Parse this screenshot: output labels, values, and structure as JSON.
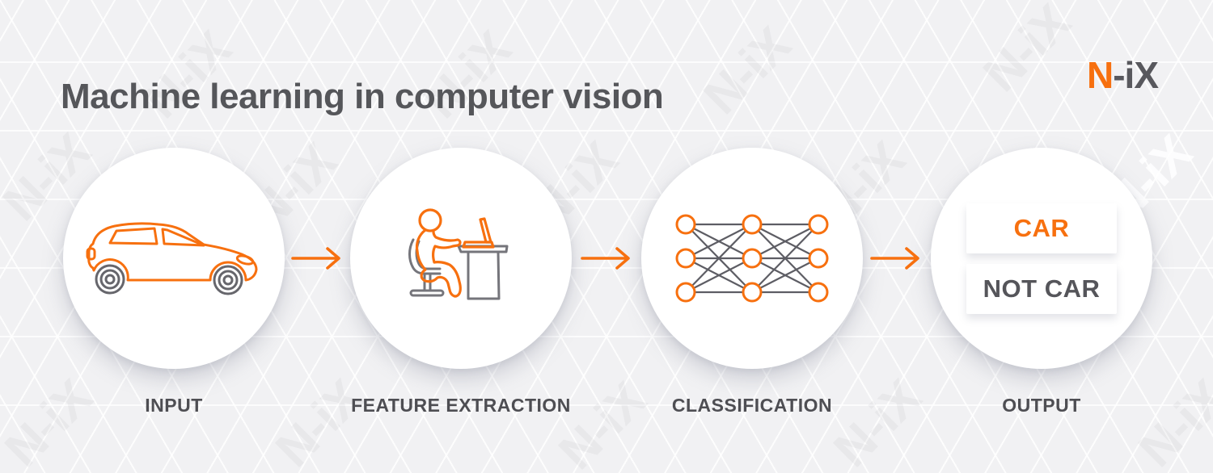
{
  "header": {
    "title": "Machine learning in computer vision",
    "logo": {
      "orange_part": "N",
      "gray_part": "-iX"
    }
  },
  "brand_watermark": "N-iX",
  "colors": {
    "orange": "#F7700F",
    "dark_gray": "#58585D",
    "icon_gray": "#6D6D74",
    "background": "#F1F1F3",
    "circle_fill": "#FFFFFF"
  },
  "steps": [
    {
      "id": "input",
      "label": "INPUT",
      "icon": "car-icon"
    },
    {
      "id": "feature-extraction",
      "label": "FEATURE EXTRACTION",
      "icon": "person-at-computer-icon"
    },
    {
      "id": "classification",
      "label": "CLASSIFICATION",
      "icon": "neural-network-icon"
    },
    {
      "id": "output",
      "label": "OUTPUT",
      "icon": "output-cards",
      "outputs": [
        {
          "text": "CAR",
          "emphasis": "orange"
        },
        {
          "text": "NOT CAR",
          "emphasis": "gray"
        }
      ]
    }
  ],
  "connectors": {
    "count": 3,
    "direction": "right",
    "glyph": "→"
  }
}
